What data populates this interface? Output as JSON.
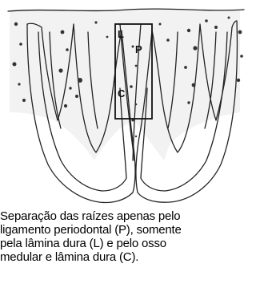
{
  "diagram": {
    "labels": {
      "L": "L",
      "P": "P",
      "C": "C"
    }
  },
  "caption": {
    "line1": "Separação das raízes apenas pelo",
    "line2": "ligamento periodontal (P), somente",
    "line3": "pela lâmina dura (L) e pelo osso",
    "line4": "medular e lâmina dura (C)."
  }
}
